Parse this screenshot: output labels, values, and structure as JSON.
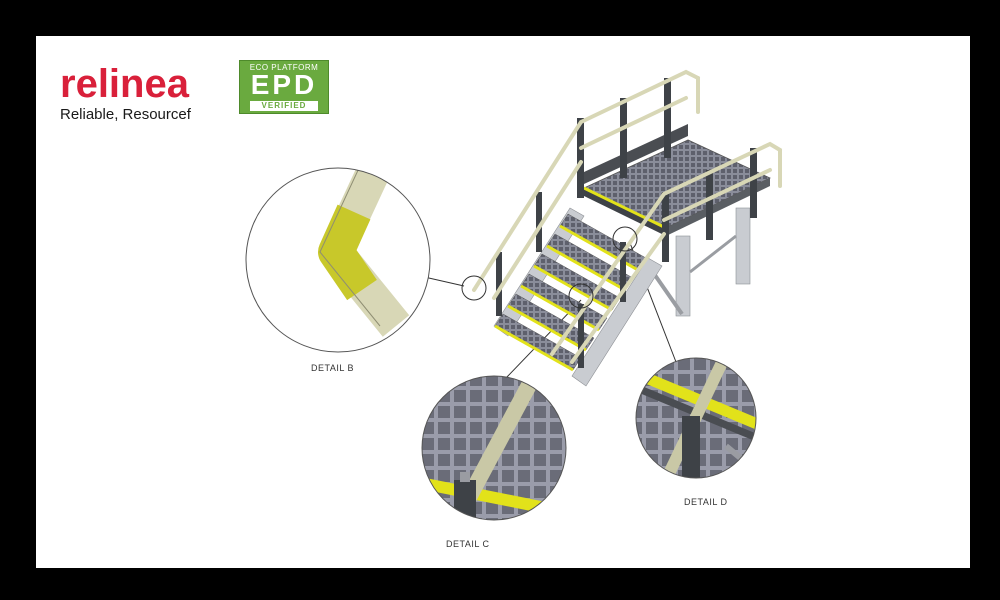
{
  "brand": {
    "logo_word": "relinea",
    "tagline": "Reliable, Resourcef",
    "colors": {
      "brand": "#d9203a",
      "epd_green": "#6aaa3f",
      "rail": "#d8d7b6",
      "tread": "#e2e21a",
      "grating": "#7a7d8c",
      "steel": "#c9ccd1",
      "post": "#3e4247"
    }
  },
  "badge": {
    "top": "ECO PLATFORM",
    "main": "EPD",
    "bottom": "VERIFIED"
  },
  "details": {
    "b": "DETAIL B",
    "c": "DETAIL C",
    "d": "DETAIL D"
  }
}
